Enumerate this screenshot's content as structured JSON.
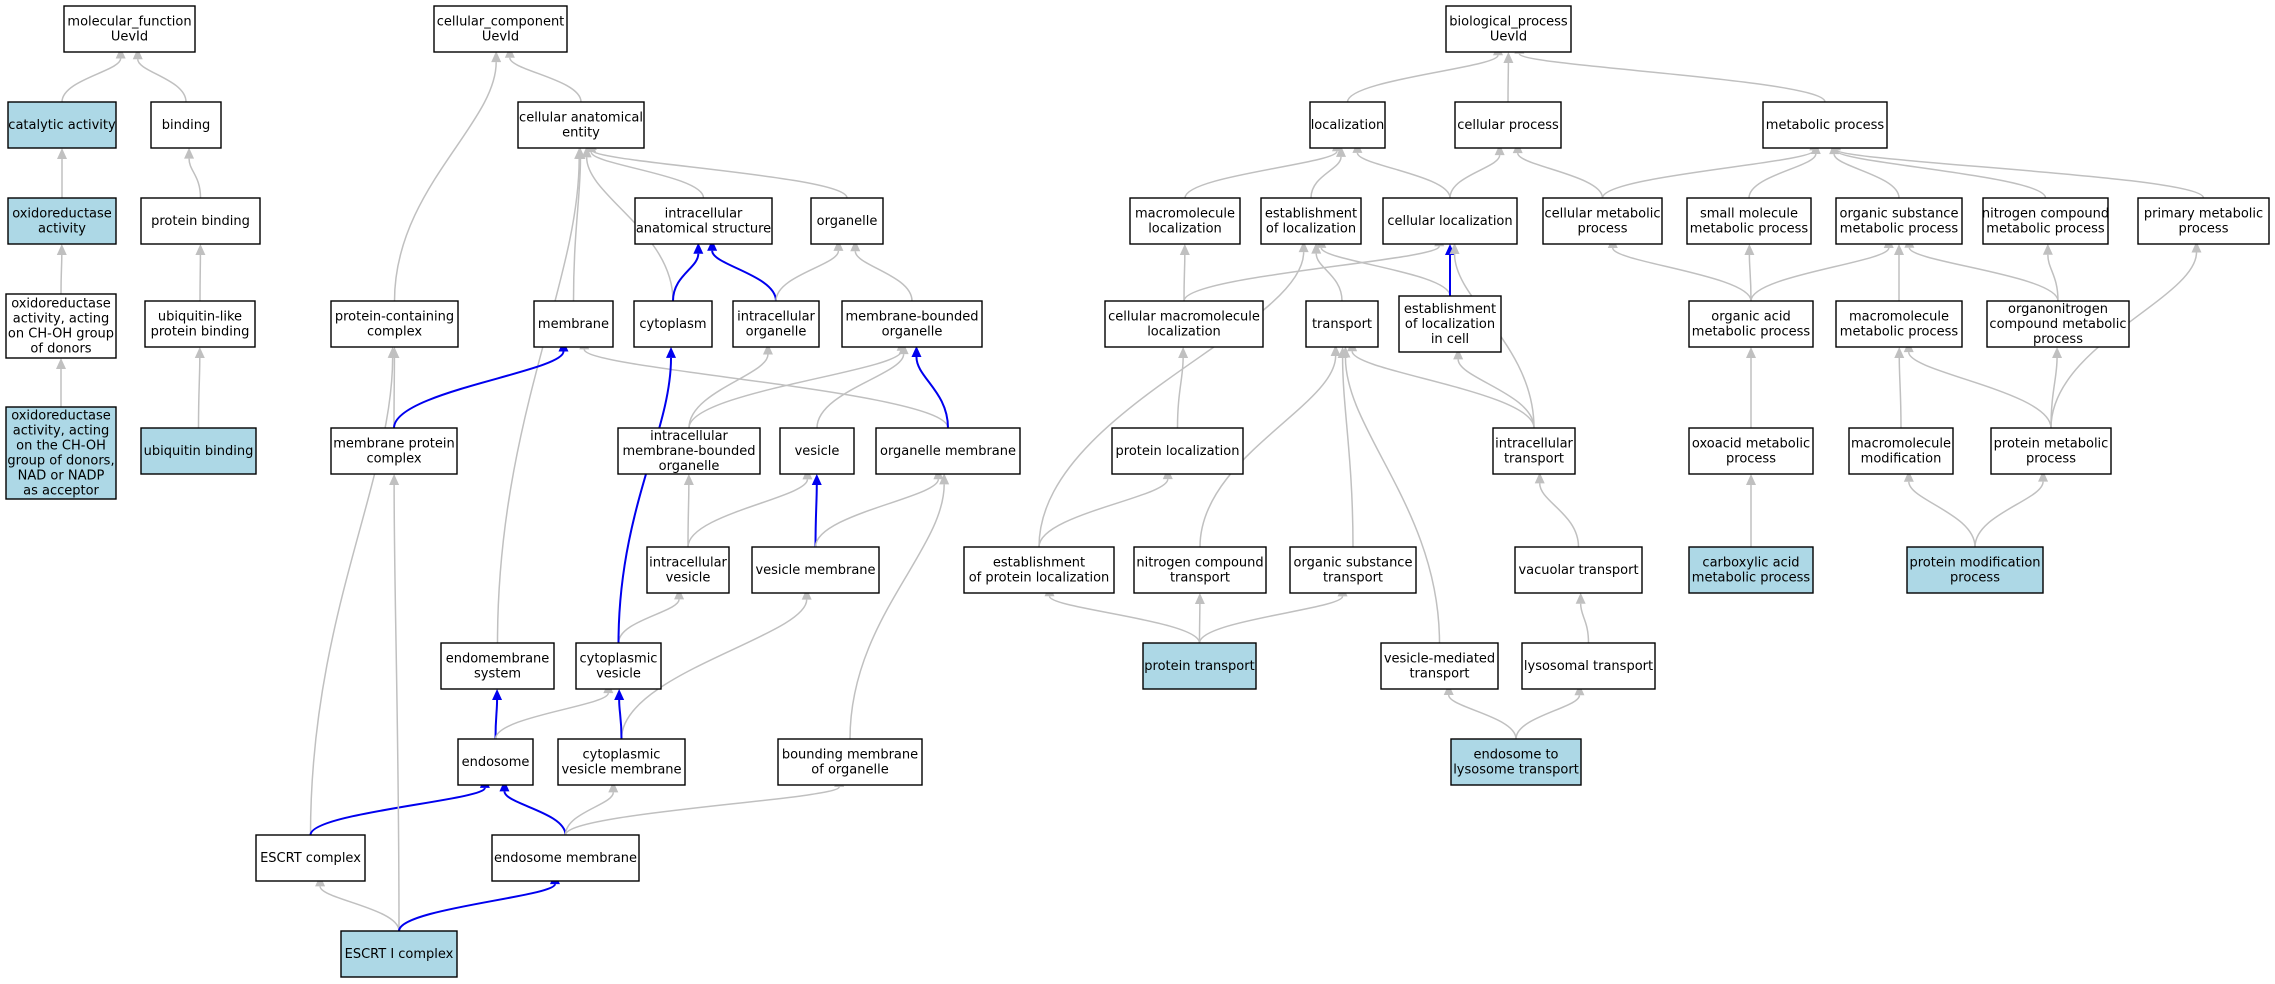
{
  "graph": {
    "nodes": [
      {
        "id": "mf",
        "lines": [
          "molecular_function",
          "UevId"
        ],
        "highlight": false
      },
      {
        "id": "cat",
        "lines": [
          "catalytic activity"
        ],
        "highlight": true
      },
      {
        "id": "bind",
        "lines": [
          "binding"
        ],
        "highlight": false
      },
      {
        "id": "oxred",
        "lines": [
          "oxidoreductase",
          "activity"
        ],
        "highlight": true
      },
      {
        "id": "pbind",
        "lines": [
          "protein binding"
        ],
        "highlight": false
      },
      {
        "id": "oxchoh",
        "lines": [
          "oxidoreductase",
          "activity, acting",
          "on CH-OH group",
          "of donors"
        ],
        "highlight": false
      },
      {
        "id": "ubl",
        "lines": [
          "ubiquitin-like",
          "protein binding"
        ],
        "highlight": false
      },
      {
        "id": "oxnad",
        "lines": [
          "oxidoreductase",
          "activity, acting",
          "on the CH-OH",
          "group of donors,",
          "NAD or NADP",
          "as acceptor"
        ],
        "highlight": true
      },
      {
        "id": "ubind",
        "lines": [
          "ubiquitin binding"
        ],
        "highlight": true
      },
      {
        "id": "cc",
        "lines": [
          "cellular_component",
          "UevId"
        ],
        "highlight": false
      },
      {
        "id": "cae",
        "lines": [
          "cellular anatomical",
          "entity"
        ],
        "highlight": false
      },
      {
        "id": "ias",
        "lines": [
          "intracellular",
          "anatomical structure"
        ],
        "highlight": false
      },
      {
        "id": "org",
        "lines": [
          "organelle"
        ],
        "highlight": false
      },
      {
        "id": "pcc",
        "lines": [
          "protein-containing",
          "complex"
        ],
        "highlight": false
      },
      {
        "id": "mem",
        "lines": [
          "membrane"
        ],
        "highlight": false
      },
      {
        "id": "cyto",
        "lines": [
          "cytoplasm"
        ],
        "highlight": false
      },
      {
        "id": "intorg",
        "lines": [
          "intracellular",
          "organelle"
        ],
        "highlight": false
      },
      {
        "id": "mbo",
        "lines": [
          "membrane-bounded",
          "organelle"
        ],
        "highlight": false
      },
      {
        "id": "mpc",
        "lines": [
          "membrane protein",
          "complex"
        ],
        "highlight": false
      },
      {
        "id": "imbo",
        "lines": [
          "intracellular",
          "membrane-bounded",
          "organelle"
        ],
        "highlight": false
      },
      {
        "id": "ves",
        "lines": [
          "vesicle"
        ],
        "highlight": false
      },
      {
        "id": "orgmem",
        "lines": [
          "organelle membrane"
        ],
        "highlight": false
      },
      {
        "id": "iv",
        "lines": [
          "intracellular",
          "vesicle"
        ],
        "highlight": false
      },
      {
        "id": "vesmem",
        "lines": [
          "vesicle membrane"
        ],
        "highlight": false
      },
      {
        "id": "endosys",
        "lines": [
          "endomembrane",
          "system"
        ],
        "highlight": false
      },
      {
        "id": "cytves",
        "lines": [
          "cytoplasmic",
          "vesicle"
        ],
        "highlight": false
      },
      {
        "id": "endo",
        "lines": [
          "endosome"
        ],
        "highlight": false
      },
      {
        "id": "cvm",
        "lines": [
          "cytoplasmic",
          "vesicle membrane"
        ],
        "highlight": false
      },
      {
        "id": "bmo",
        "lines": [
          "bounding membrane",
          "of organelle"
        ],
        "highlight": false
      },
      {
        "id": "escrt",
        "lines": [
          "ESCRT complex"
        ],
        "highlight": false
      },
      {
        "id": "endomem",
        "lines": [
          "endosome membrane"
        ],
        "highlight": false
      },
      {
        "id": "escrt1",
        "lines": [
          "ESCRT I complex"
        ],
        "highlight": true
      },
      {
        "id": "bp",
        "lines": [
          "biological_process",
          "UevId"
        ],
        "highlight": false
      },
      {
        "id": "loc",
        "lines": [
          "localization"
        ],
        "highlight": false
      },
      {
        "id": "cp",
        "lines": [
          "cellular process"
        ],
        "highlight": false
      },
      {
        "id": "mp",
        "lines": [
          "metabolic process"
        ],
        "highlight": false
      },
      {
        "id": "mml",
        "lines": [
          "macromolecule",
          "localization"
        ],
        "highlight": false
      },
      {
        "id": "eol",
        "lines": [
          "establishment",
          "of localization"
        ],
        "highlight": false
      },
      {
        "id": "cl",
        "lines": [
          "cellular localization"
        ],
        "highlight": false
      },
      {
        "id": "cmp",
        "lines": [
          "cellular metabolic",
          "process"
        ],
        "highlight": false
      },
      {
        "id": "smmp",
        "lines": [
          "small molecule",
          "metabolic process"
        ],
        "highlight": false
      },
      {
        "id": "osmp",
        "lines": [
          "organic substance",
          "metabolic process"
        ],
        "highlight": false
      },
      {
        "id": "ncmp",
        "lines": [
          "nitrogen compound",
          "metabolic process"
        ],
        "highlight": false
      },
      {
        "id": "pmp",
        "lines": [
          "primary metabolic",
          "process"
        ],
        "highlight": false
      },
      {
        "id": "cmml",
        "lines": [
          "cellular macromolecule",
          "localization"
        ],
        "highlight": false
      },
      {
        "id": "trans",
        "lines": [
          "transport"
        ],
        "highlight": false
      },
      {
        "id": "eolc",
        "lines": [
          "establishment",
          "of localization",
          "in cell"
        ],
        "highlight": false
      },
      {
        "id": "oamp",
        "lines": [
          "organic acid",
          "metabolic process"
        ],
        "highlight": false
      },
      {
        "id": "macmp",
        "lines": [
          "macromolecule",
          "metabolic process"
        ],
        "highlight": false
      },
      {
        "id": "oncmp",
        "lines": [
          "organonitrogen",
          "compound metabolic",
          "process"
        ],
        "highlight": false
      },
      {
        "id": "ploc",
        "lines": [
          "protein localization"
        ],
        "highlight": false
      },
      {
        "id": "itrans",
        "lines": [
          "intracellular",
          "transport"
        ],
        "highlight": false
      },
      {
        "id": "oxmp",
        "lines": [
          "oxoacid metabolic",
          "process"
        ],
        "highlight": false
      },
      {
        "id": "mmod",
        "lines": [
          "macromolecule",
          "modification"
        ],
        "highlight": false
      },
      {
        "id": "protmp",
        "lines": [
          "protein metabolic",
          "process"
        ],
        "highlight": false
      },
      {
        "id": "epl",
        "lines": [
          "establishment",
          "of protein localization"
        ],
        "highlight": false
      },
      {
        "id": "nct",
        "lines": [
          "nitrogen compound",
          "transport"
        ],
        "highlight": false
      },
      {
        "id": "ost",
        "lines": [
          "organic substance",
          "transport"
        ],
        "highlight": false
      },
      {
        "id": "vact",
        "lines": [
          "vacuolar transport"
        ],
        "highlight": false
      },
      {
        "id": "camp",
        "lines": [
          "carboxylic acid",
          "metabolic process"
        ],
        "highlight": true
      },
      {
        "id": "pmod",
        "lines": [
          "protein modification",
          "process"
        ],
        "highlight": true
      },
      {
        "id": "pt",
        "lines": [
          "protein transport"
        ],
        "highlight": true
      },
      {
        "id": "vmt",
        "lines": [
          "vesicle-mediated",
          "transport"
        ],
        "highlight": false
      },
      {
        "id": "lyst",
        "lines": [
          "lysosomal transport"
        ],
        "highlight": false
      },
      {
        "id": "elt",
        "lines": [
          "endosome to",
          "lysosome transport"
        ],
        "highlight": true
      }
    ],
    "edges": [
      {
        "from": "cat",
        "to": "mf"
      },
      {
        "from": "bind",
        "to": "mf"
      },
      {
        "from": "oxred",
        "to": "cat"
      },
      {
        "from": "pbind",
        "to": "bind"
      },
      {
        "from": "oxchoh",
        "to": "oxred"
      },
      {
        "from": "ubl",
        "to": "pbind"
      },
      {
        "from": "oxnad",
        "to": "oxchoh"
      },
      {
        "from": "ubind",
        "to": "ubl"
      },
      {
        "from": "cae",
        "to": "cc"
      },
      {
        "from": "pcc",
        "to": "cc"
      },
      {
        "from": "ias",
        "to": "cae"
      },
      {
        "from": "org",
        "to": "cae"
      },
      {
        "from": "mem",
        "to": "cae"
      },
      {
        "from": "cyto",
        "to": "cae"
      },
      {
        "from": "endosys",
        "to": "cae"
      },
      {
        "from": "cyto",
        "to": "ias",
        "blue": true
      },
      {
        "from": "intorg",
        "to": "ias",
        "blue": true
      },
      {
        "from": "intorg",
        "to": "org"
      },
      {
        "from": "mbo",
        "to": "org"
      },
      {
        "from": "mpc",
        "to": "pcc"
      },
      {
        "from": "escrt",
        "to": "pcc"
      },
      {
        "from": "mpc",
        "to": "mem",
        "blue": true
      },
      {
        "from": "orgmem",
        "to": "mem"
      },
      {
        "from": "orgmem",
        "to": "mbo",
        "blue": true
      },
      {
        "from": "imbo",
        "to": "intorg"
      },
      {
        "from": "imbo",
        "to": "mbo"
      },
      {
        "from": "ves",
        "to": "mbo"
      },
      {
        "from": "iv",
        "to": "imbo"
      },
      {
        "from": "iv",
        "to": "ves"
      },
      {
        "from": "vesmem",
        "to": "ves",
        "blue": true
      },
      {
        "from": "vesmem",
        "to": "orgmem"
      },
      {
        "from": "cytves",
        "to": "iv"
      },
      {
        "from": "cytves",
        "to": "cyto",
        "blue": true
      },
      {
        "from": "cvm",
        "to": "vesmem"
      },
      {
        "from": "bmo",
        "to": "orgmem"
      },
      {
        "from": "endo",
        "to": "endosys",
        "blue": true
      },
      {
        "from": "endo",
        "to": "cytves"
      },
      {
        "from": "cvm",
        "to": "cytves",
        "blue": true
      },
      {
        "from": "escrt",
        "to": "endo",
        "blue": true
      },
      {
        "from": "endomem",
        "to": "endo",
        "blue": true
      },
      {
        "from": "endomem",
        "to": "cvm"
      },
      {
        "from": "endomem",
        "to": "bmo"
      },
      {
        "from": "escrt1",
        "to": "escrt"
      },
      {
        "from": "escrt1",
        "to": "mpc"
      },
      {
        "from": "escrt1",
        "to": "endomem",
        "blue": true
      },
      {
        "from": "loc",
        "to": "bp"
      },
      {
        "from": "cp",
        "to": "bp"
      },
      {
        "from": "mp",
        "to": "bp"
      },
      {
        "from": "mml",
        "to": "loc"
      },
      {
        "from": "eol",
        "to": "loc"
      },
      {
        "from": "cl",
        "to": "loc"
      },
      {
        "from": "cl",
        "to": "cp"
      },
      {
        "from": "cmp",
        "to": "cp"
      },
      {
        "from": "cmp",
        "to": "mp"
      },
      {
        "from": "smmp",
        "to": "mp"
      },
      {
        "from": "osmp",
        "to": "mp"
      },
      {
        "from": "ncmp",
        "to": "mp"
      },
      {
        "from": "pmp",
        "to": "mp"
      },
      {
        "from": "cmml",
        "to": "mml"
      },
      {
        "from": "cmml",
        "to": "cl"
      },
      {
        "from": "trans",
        "to": "eol"
      },
      {
        "from": "eolc",
        "to": "eol"
      },
      {
        "from": "eolc",
        "to": "cl",
        "blue": true
      },
      {
        "from": "epl",
        "to": "eol"
      },
      {
        "from": "itrans",
        "to": "cl"
      },
      {
        "from": "itrans",
        "to": "trans"
      },
      {
        "from": "itrans",
        "to": "eolc"
      },
      {
        "from": "oamp",
        "to": "cmp"
      },
      {
        "from": "oamp",
        "to": "smmp"
      },
      {
        "from": "oamp",
        "to": "osmp"
      },
      {
        "from": "macmp",
        "to": "osmp"
      },
      {
        "from": "oncmp",
        "to": "osmp"
      },
      {
        "from": "oncmp",
        "to": "ncmp"
      },
      {
        "from": "protmp",
        "to": "pmp"
      },
      {
        "from": "protmp",
        "to": "macmp"
      },
      {
        "from": "protmp",
        "to": "oncmp"
      },
      {
        "from": "ploc",
        "to": "cmml"
      },
      {
        "from": "oxmp",
        "to": "oamp"
      },
      {
        "from": "mmod",
        "to": "macmp"
      },
      {
        "from": "epl",
        "to": "ploc"
      },
      {
        "from": "nct",
        "to": "trans"
      },
      {
        "from": "ost",
        "to": "trans"
      },
      {
        "from": "vmt",
        "to": "trans"
      },
      {
        "from": "vact",
        "to": "itrans"
      },
      {
        "from": "camp",
        "to": "oxmp"
      },
      {
        "from": "pmod",
        "to": "mmod"
      },
      {
        "from": "pmod",
        "to": "protmp"
      },
      {
        "from": "pt",
        "to": "epl"
      },
      {
        "from": "pt",
        "to": "nct"
      },
      {
        "from": "pt",
        "to": "ost"
      },
      {
        "from": "lyst",
        "to": "vact"
      },
      {
        "from": "elt",
        "to": "vmt"
      },
      {
        "from": "elt",
        "to": "lyst"
      }
    ]
  }
}
